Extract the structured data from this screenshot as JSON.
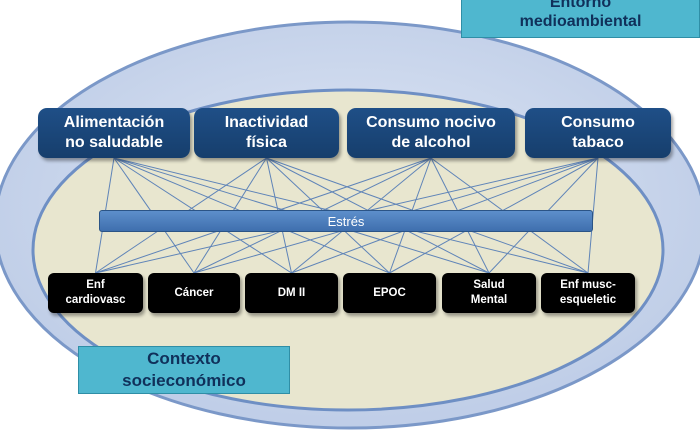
{
  "environment_label": "Entorno\nmedioambiental",
  "context_label": "Contexto\nsocieconómico",
  "stress_label": "Estrés",
  "risk_factors": [
    {
      "id": "alimentacion",
      "label": "Alimentación\nno saludable"
    },
    {
      "id": "inactividad",
      "label": "Inactividad\nfísica"
    },
    {
      "id": "alcohol",
      "label": "Consumo nocivo\nde alcohol"
    },
    {
      "id": "tabaco",
      "label": "Consumo\ntabaco"
    }
  ],
  "diseases": [
    {
      "id": "cardiovasc",
      "label": "Enf\ncardiovasc"
    },
    {
      "id": "cancer",
      "label": "Cáncer"
    },
    {
      "id": "dm2",
      "label": "DM II"
    },
    {
      "id": "epoc",
      "label": "EPOC"
    },
    {
      "id": "salud-mental",
      "label": "Salud\nMental"
    },
    {
      "id": "musc",
      "label": "Enf musc-\nesqueletic"
    }
  ],
  "links": [
    [
      "alimentacion",
      "cardiovasc"
    ],
    [
      "alimentacion",
      "cancer"
    ],
    [
      "alimentacion",
      "dm2"
    ],
    [
      "alimentacion",
      "epoc"
    ],
    [
      "alimentacion",
      "salud-mental"
    ],
    [
      "alimentacion",
      "musc"
    ],
    [
      "inactividad",
      "cardiovasc"
    ],
    [
      "inactividad",
      "cancer"
    ],
    [
      "inactividad",
      "dm2"
    ],
    [
      "inactividad",
      "epoc"
    ],
    [
      "inactividad",
      "salud-mental"
    ],
    [
      "inactividad",
      "musc"
    ],
    [
      "alcohol",
      "cardiovasc"
    ],
    [
      "alcohol",
      "cancer"
    ],
    [
      "alcohol",
      "dm2"
    ],
    [
      "alcohol",
      "epoc"
    ],
    [
      "alcohol",
      "salud-mental"
    ],
    [
      "alcohol",
      "musc"
    ],
    [
      "tabaco",
      "cardiovasc"
    ],
    [
      "tabaco",
      "cancer"
    ],
    [
      "tabaco",
      "dm2"
    ],
    [
      "tabaco",
      "epoc"
    ],
    [
      "tabaco",
      "salud-mental"
    ],
    [
      "tabaco",
      "musc"
    ]
  ],
  "colors": {
    "outer_ellipse": "#cdd9ee",
    "inner_ellipse": "#e8e6cf",
    "ellipse_stroke": "#6e8fc4",
    "connector": "#5f84b8",
    "risk_box": "#1b4677",
    "disease_box": "#000000",
    "context_box": "#4fb7cf"
  }
}
